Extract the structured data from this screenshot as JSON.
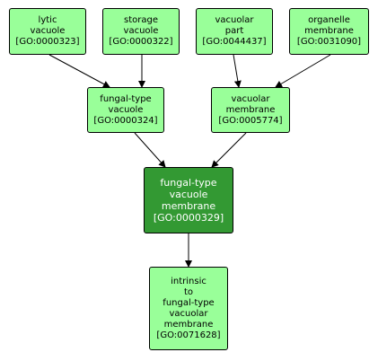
{
  "colors": {
    "node_fill": "#99ff99",
    "focus_fill": "#339933",
    "border": "#000000",
    "edge": "#000000"
  },
  "nodes": {
    "lytic": {
      "lines": [
        "lytic",
        "vacuole",
        "[GO:0000323]"
      ]
    },
    "storage": {
      "lines": [
        "storage",
        "vacuole",
        "[GO:0000322]"
      ]
    },
    "vacpart": {
      "lines": [
        "vacuolar",
        "part",
        "[GO:0044437]"
      ]
    },
    "organelle": {
      "lines": [
        "organelle",
        "membrane",
        "[GO:0031090]"
      ]
    },
    "fungal": {
      "lines": [
        "fungal-type",
        "vacuole",
        "[GO:0000324]"
      ]
    },
    "vacmem": {
      "lines": [
        "vacuolar",
        "membrane",
        "[GO:0005774]"
      ]
    },
    "focus": {
      "lines": [
        "fungal-type",
        "vacuole",
        "membrane",
        "[GO:0000329]"
      ]
    },
    "intrinsic": {
      "lines": [
        "intrinsic",
        "to",
        "fungal-type",
        "vacuolar",
        "membrane",
        "[GO:0071628]"
      ]
    }
  },
  "edges": [
    {
      "from": "lytic",
      "to": "fungal"
    },
    {
      "from": "storage",
      "to": "fungal"
    },
    {
      "from": "vacpart",
      "to": "vacmem"
    },
    {
      "from": "organelle",
      "to": "vacmem"
    },
    {
      "from": "fungal",
      "to": "focus"
    },
    {
      "from": "vacmem",
      "to": "focus"
    },
    {
      "from": "focus",
      "to": "intrinsic"
    }
  ]
}
